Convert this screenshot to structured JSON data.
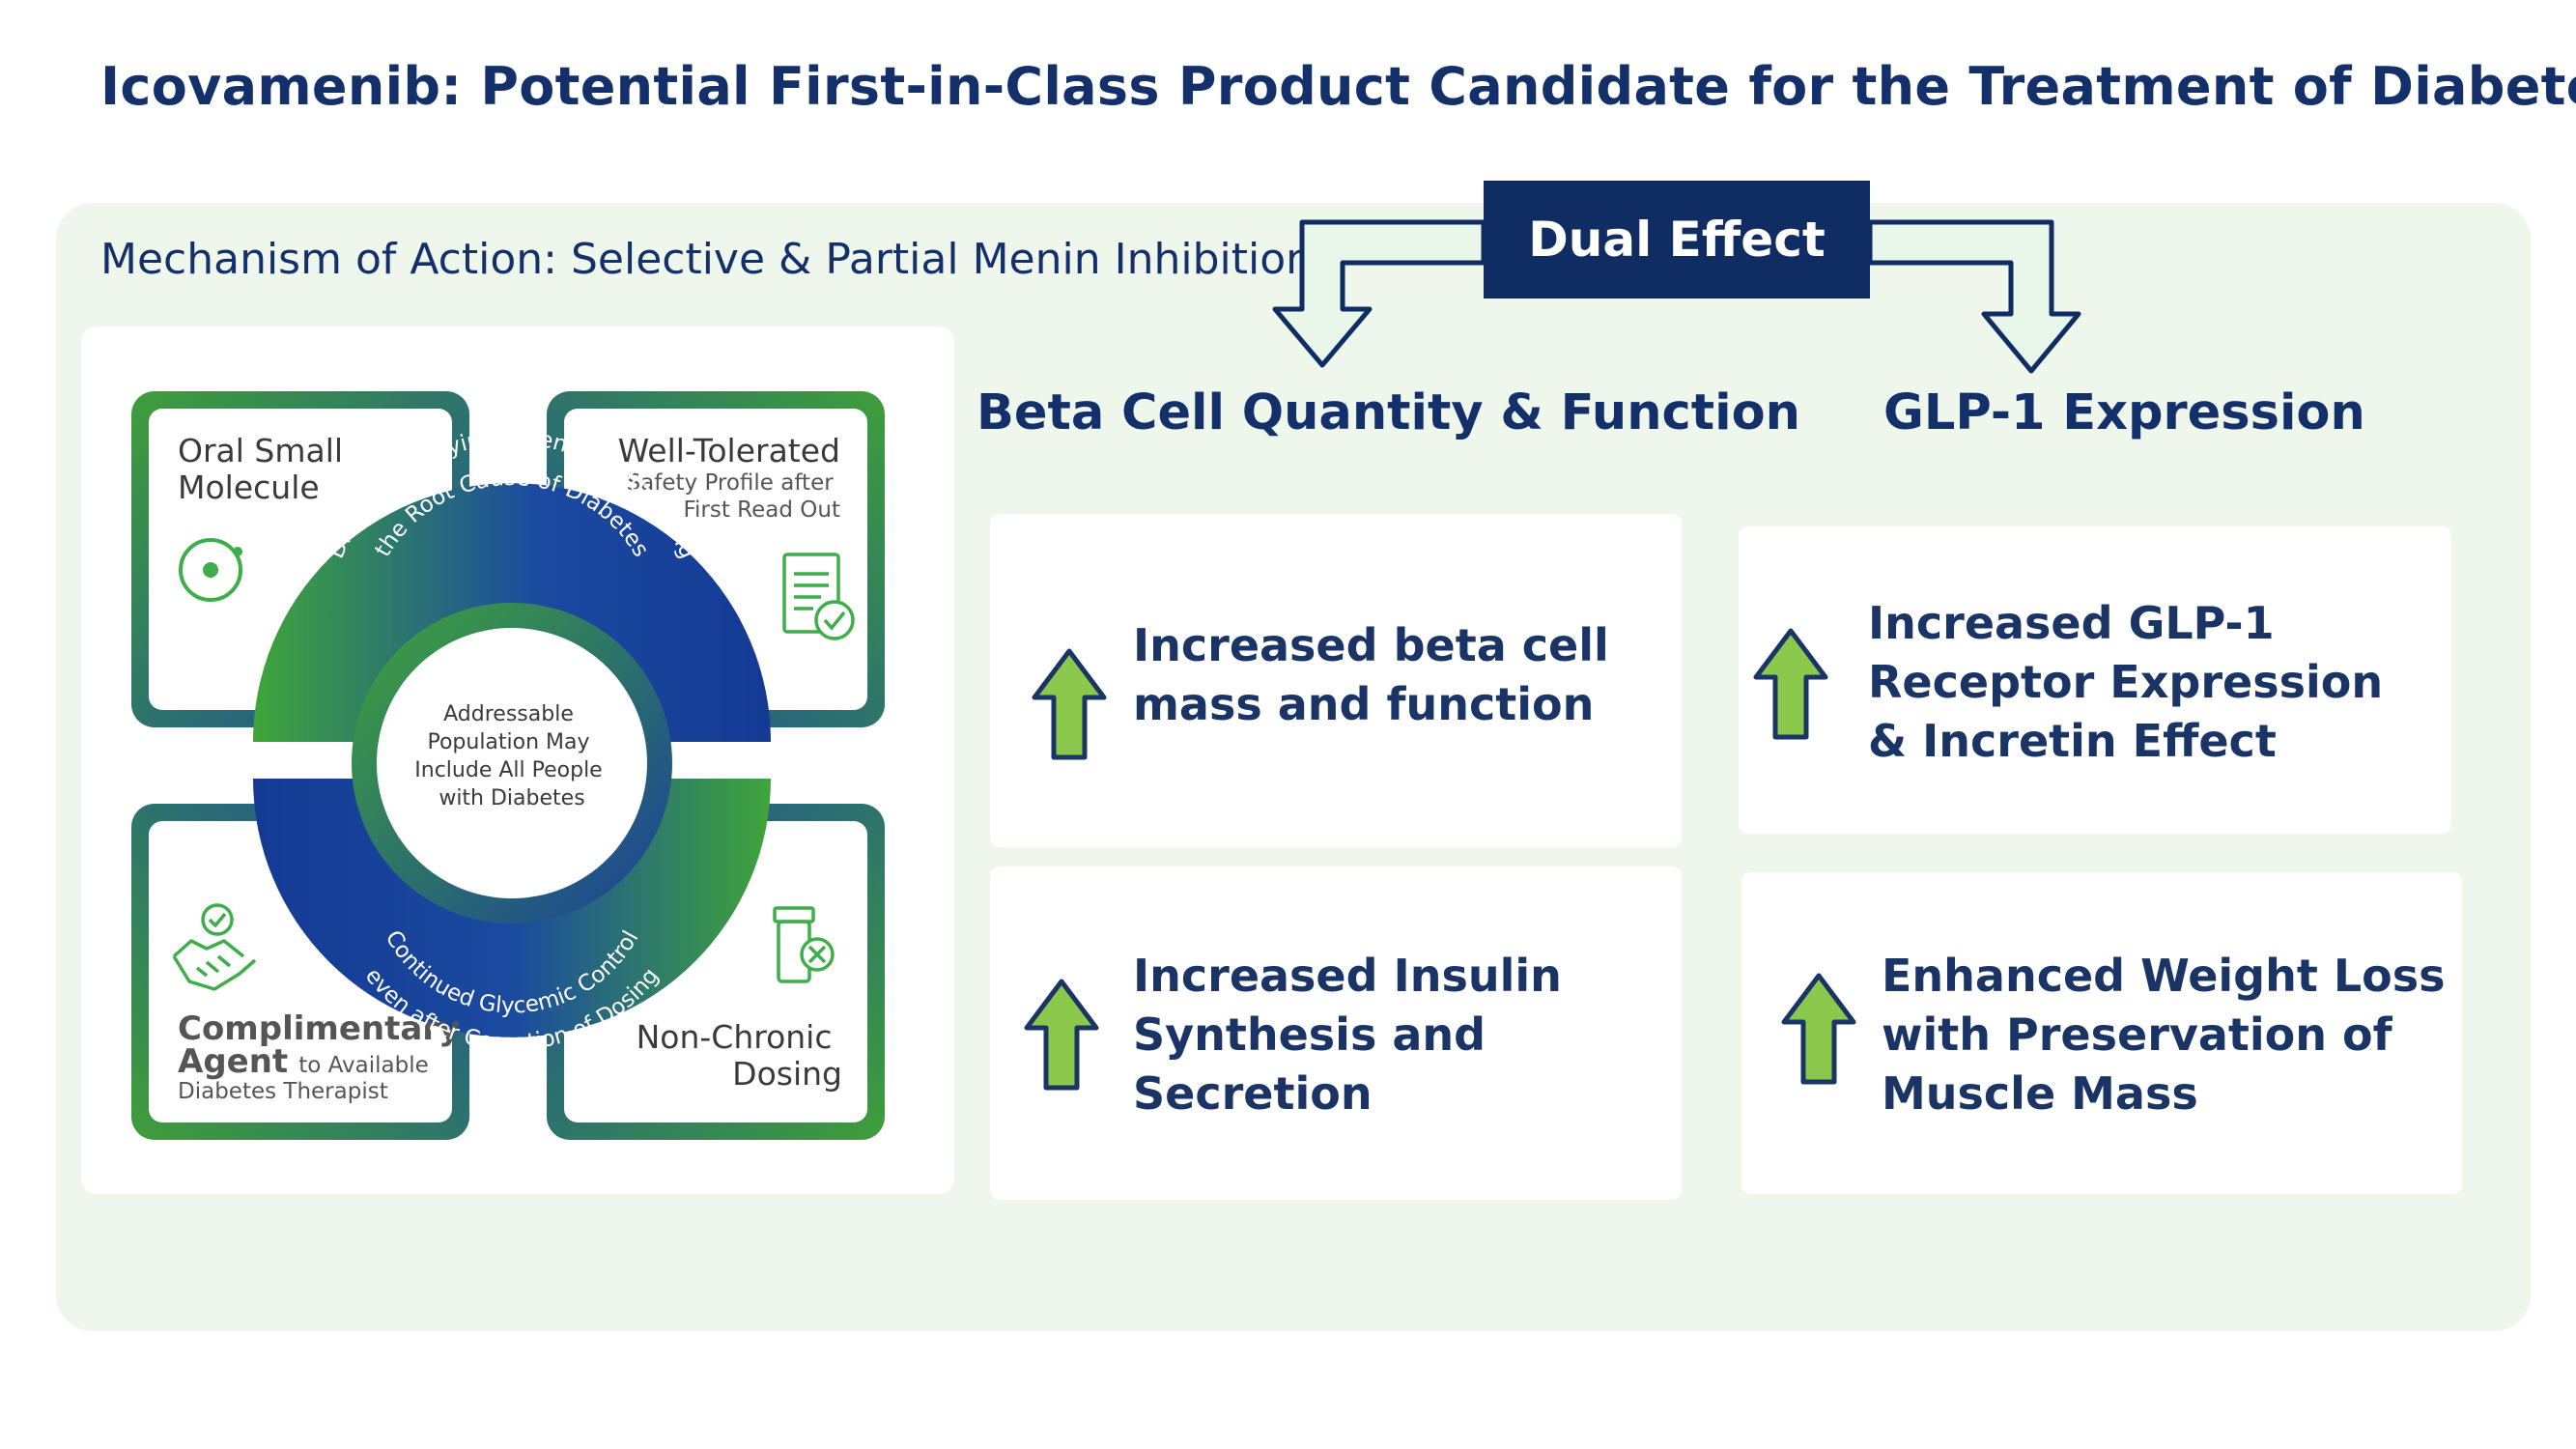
{
  "page_title": "Icovamenib: Potential First-in-Class Product Candidate for the Treatment of Diabetes",
  "mechanism_title": "Mechanism of Action: Selective & Partial Menin Inhibition",
  "dual_effect_label": "Dual Effect",
  "columns": [
    {
      "heading": "Beta Cell Quantity & Function",
      "cards": [
        {
          "lines": [
            "Increased beta cell",
            "mass and function"
          ]
        },
        {
          "lines": [
            "Increased Insulin",
            "Synthesis and",
            "Secretion"
          ]
        }
      ]
    },
    {
      "heading": "GLP-1 Expression",
      "cards": [
        {
          "lines": [
            "Increased GLP-1",
            "Receptor Expression",
            "& Incretin Effect"
          ]
        },
        {
          "lines": [
            "Enhanced Weight Loss",
            "with Preservation of",
            "Muscle Mass"
          ]
        }
      ]
    }
  ],
  "diagram": {
    "quadrants": {
      "top_left": {
        "title_lines": [
          "Oral Small",
          "Molecule"
        ]
      },
      "top_right": {
        "title": "Well-Tolerated",
        "sub_lines": [
          "Safety Profile after",
          "First Read Out"
        ]
      },
      "bottom_left": {
        "title_lines": [
          "Complimentary",
          "Agent"
        ],
        "inline": "to Available",
        "sub": "Diabetes Therapist"
      },
      "bottom_right": {
        "title_lines": [
          "Non-Chronic",
          "Dosing"
        ]
      }
    },
    "top_arc_lines": [
      "Disease Modfiying Potential Addressing",
      "the Root Cause of Diabetes"
    ],
    "bottom_arc_lines": [
      "Continued Glycemic Control",
      "even after Cessation of Dosing"
    ],
    "center_lines": [
      "Addressable",
      "Population May",
      "Include All People",
      "with Diabetes"
    ],
    "icons": [
      "target-icon",
      "checklist-document-icon",
      "handshake-icon",
      "pill-bottle-icon"
    ]
  },
  "colors": {
    "navy": "#0f2c63",
    "panel_bg": "#eff7ec",
    "green": "#4aa83a",
    "blue": "#123c9a",
    "arrow_green": "#8cc84b"
  }
}
